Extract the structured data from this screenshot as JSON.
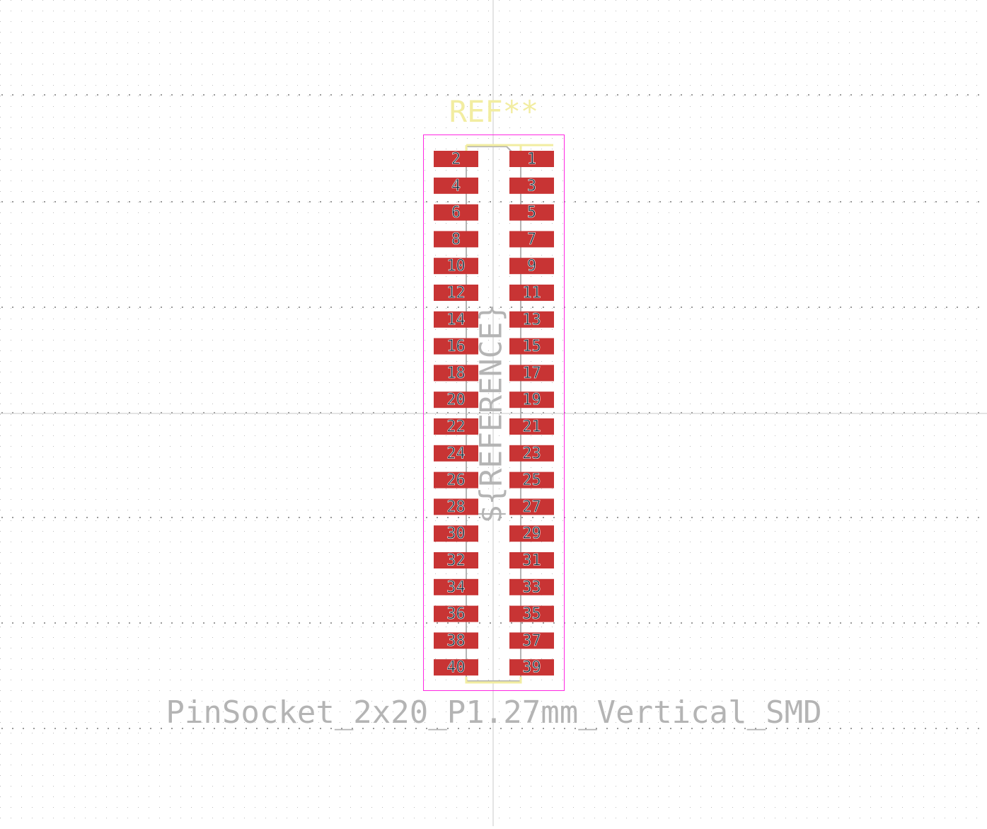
{
  "footprint": {
    "ref_text": "REF**",
    "fab_reference_text": "${REFERENCE}",
    "value_text": "PinSocket_2x20_P1.27mm_Vertical_SMD"
  },
  "pads": {
    "left": [
      "2",
      "4",
      "6",
      "8",
      "10",
      "12",
      "14",
      "16",
      "18",
      "20",
      "22",
      "24",
      "26",
      "28",
      "30",
      "32",
      "34",
      "36",
      "38",
      "40"
    ],
    "right": [
      "1",
      "3",
      "5",
      "7",
      "9",
      "11",
      "13",
      "15",
      "17",
      "19",
      "21",
      "23",
      "25",
      "27",
      "29",
      "31",
      "33",
      "35",
      "37",
      "39"
    ]
  },
  "colors": {
    "pad": "#c83434",
    "pad_number": "#0f2d3c",
    "silkscreen": "#f2eda1",
    "fab": "#b4b4b4",
    "courtyard": "#ff26e2",
    "grid": "#a3a3a3",
    "axis": "#c8c8c8",
    "background": "#ffffff"
  }
}
